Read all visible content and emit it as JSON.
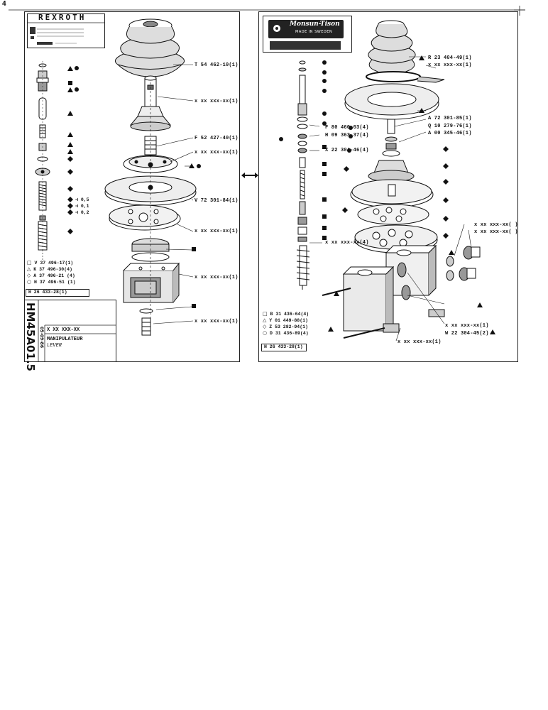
{
  "page_number": "4",
  "left_panel": {
    "brand_logo": "REXROTH",
    "callouts": [
      {
        "id": "T1",
        "text": "T 54 462-10(1)"
      },
      {
        "id": "X1",
        "text": "x xx xxx-xx(1)"
      },
      {
        "id": "F1",
        "text": "F 52 427-40(1)"
      },
      {
        "id": "X2",
        "text": "x xx xxx-xx(1)"
      },
      {
        "id": "V1",
        "text": "V 72 301-84(1)"
      },
      {
        "id": "X3",
        "text": "x xx xxx-xx(1)"
      },
      {
        "id": "X4",
        "text": "x xx xxx-xx(1)"
      },
      {
        "id": "X5",
        "text": "x xx xxx-xx(1)"
      }
    ],
    "shims": [
      "0,5",
      "0,1",
      "0,2"
    ],
    "legend": [
      {
        "symbol": "□",
        "text": "V 37 496-17(1)"
      },
      {
        "symbol": "△",
        "text": "K 37 496-30(4)"
      },
      {
        "symbol": "◇",
        "text": "A 37 496-21 (4)"
      },
      {
        "symbol": "○",
        "text": "H 37 496-51 (1)"
      }
    ],
    "kit_ref": "H 26 433-28(1)",
    "doc_code": "HM45A01.5",
    "date_code": "05-09-86",
    "ref_number": "X XX XXX-XX",
    "title_fr": "MANIPULATEUR",
    "title_en": "LEVER"
  },
  "right_panel": {
    "brand_logo": "Monsun-Tison",
    "brand_sub": "MADE IN SWEDEN",
    "callouts": [
      {
        "id": "R1",
        "text": "R 23 404-49(1)"
      },
      {
        "id": "X6",
        "text": "x xx xxx-xx(1)"
      },
      {
        "id": "A1",
        "text": "A 72 301-85(1)"
      },
      {
        "id": "Q1",
        "text": "Q 10 279-76(1)"
      },
      {
        "id": "A2",
        "text": "A 00 345-46(1)"
      },
      {
        "id": "F2",
        "text": "F 80 460-03(4)"
      },
      {
        "id": "H1",
        "text": "H 09 363-37(4)"
      },
      {
        "id": "X7",
        "text": "X 22 304-46(4)"
      },
      {
        "id": "X8",
        "text": "x xx xxx-xx(4)"
      },
      {
        "id": "X9",
        "text": "x xx xxx-xx( )"
      },
      {
        "id": "X10",
        "text": "x xx xxx-xx( )"
      },
      {
        "id": "X11",
        "text": "x xx xxx-xx(1)"
      },
      {
        "id": "W1",
        "text": "W 22 304-45(2)"
      },
      {
        "id": "X12",
        "text": "x xx xxx-xx(1)"
      }
    ],
    "legend": [
      {
        "symbol": "□",
        "text": "B 31 436-64(4)"
      },
      {
        "symbol": "△",
        "text": "Y 01 449-88(1)"
      },
      {
        "symbol": "◇",
        "text": "Z 53 282-94(1)"
      },
      {
        "symbol": "○",
        "text": "D 31 436-89(4)"
      }
    ],
    "kit_ref": "H 26 433-28(1)"
  }
}
